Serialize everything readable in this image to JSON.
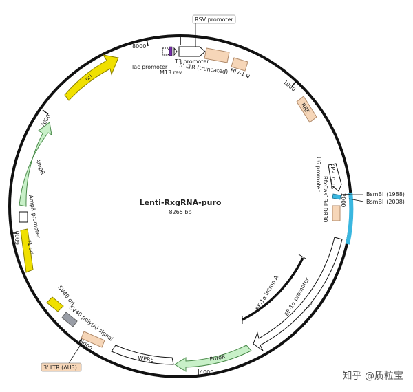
{
  "plasmid": {
    "name": "Lenti-RxgRNA-puro",
    "size_label": "8265 bp"
  },
  "ticks": [
    "1000",
    "2000",
    "3000",
    "4000",
    "5000",
    "6000",
    "7000",
    "8000"
  ],
  "features": [
    {
      "id": "rsv",
      "label": "RSV promoter",
      "color": "#ffffff"
    },
    {
      "id": "ltr5",
      "label": "5' LTR (truncated)",
      "color": "#f6d6b8"
    },
    {
      "id": "hiv",
      "label": "HIV-1 ψ",
      "color": "#f6d6b8"
    },
    {
      "id": "rre",
      "label": "RRE",
      "color": "#f6d6b8"
    },
    {
      "id": "u6",
      "label": "U6 promoter",
      "color": "#ffffff"
    },
    {
      "id": "rfxcas",
      "label": "RfxCas13d DR30",
      "color": "#f6d6b8"
    },
    {
      "id": "cppt",
      "label": "cPPT/CTS",
      "color": "#f6d6b8"
    },
    {
      "id": "efpromoter",
      "label": "EF-1α promoter",
      "color": "#ffffff"
    },
    {
      "id": "intron",
      "label": "EF-1α intron A",
      "color": "#111111"
    },
    {
      "id": "puror",
      "label": "PuroR",
      "color": "#c8f0c8"
    },
    {
      "id": "wpre",
      "label": "WPRE",
      "color": "#ffffff"
    },
    {
      "id": "ltr3",
      "label": "3' LTR (ΔU3)",
      "color": "#f6d6b8"
    },
    {
      "id": "sv40polya",
      "label": "SV40 poly(A) signal",
      "color": "#999da6"
    },
    {
      "id": "sv40ori",
      "label": "SV40 ori",
      "color": "#f0e000"
    },
    {
      "id": "f1ori",
      "label": "f1 ori",
      "color": "#f0e000"
    },
    {
      "id": "ampprom",
      "label": "AmpR promoter",
      "color": "#ffffff"
    },
    {
      "id": "ampr",
      "label": "AmpR",
      "color": "#c8f0c8"
    },
    {
      "id": "ori",
      "label": "ori",
      "color": "#f0e000"
    },
    {
      "id": "lac",
      "label": "lac promoter",
      "color": "#ffffff"
    },
    {
      "id": "m13",
      "label": "M13 rev",
      "color": "#7a2fb0"
    },
    {
      "id": "t3",
      "label": "T3 promoter",
      "color": "#ffffff"
    }
  ],
  "sites": [
    {
      "label": "BsmBI",
      "pos": "(1988)"
    },
    {
      "label": "BsmBI",
      "pos": "(2008)"
    }
  ],
  "highlight_color": "#3ab7e0",
  "watermark": "知乎 @质粒宝"
}
